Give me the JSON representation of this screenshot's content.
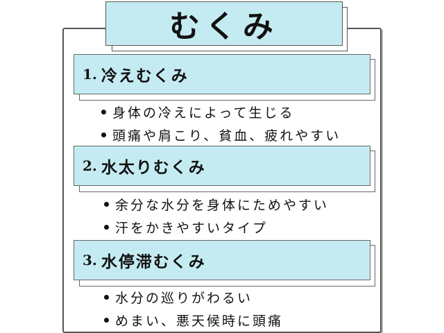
{
  "title": "むくみ",
  "sections": [
    {
      "number": "1.",
      "title": "冷えむくみ",
      "bullets": [
        "身体の冷えによって生じる",
        "頭痛や肩こり、貧血、疲れやすい"
      ]
    },
    {
      "number": "2.",
      "title": "水太りむくみ",
      "bullets": [
        "余分な水分を身体にためやすい",
        "汗をかきやすいタイプ"
      ]
    },
    {
      "number": "3.",
      "title": "水停滞むくみ",
      "bullets": [
        "水分の巡りがわるい",
        "めまい、悪天候時に頭痛"
      ]
    }
  ],
  "colors": {
    "box_fill": "#c5ebf2",
    "border": "#555555"
  }
}
